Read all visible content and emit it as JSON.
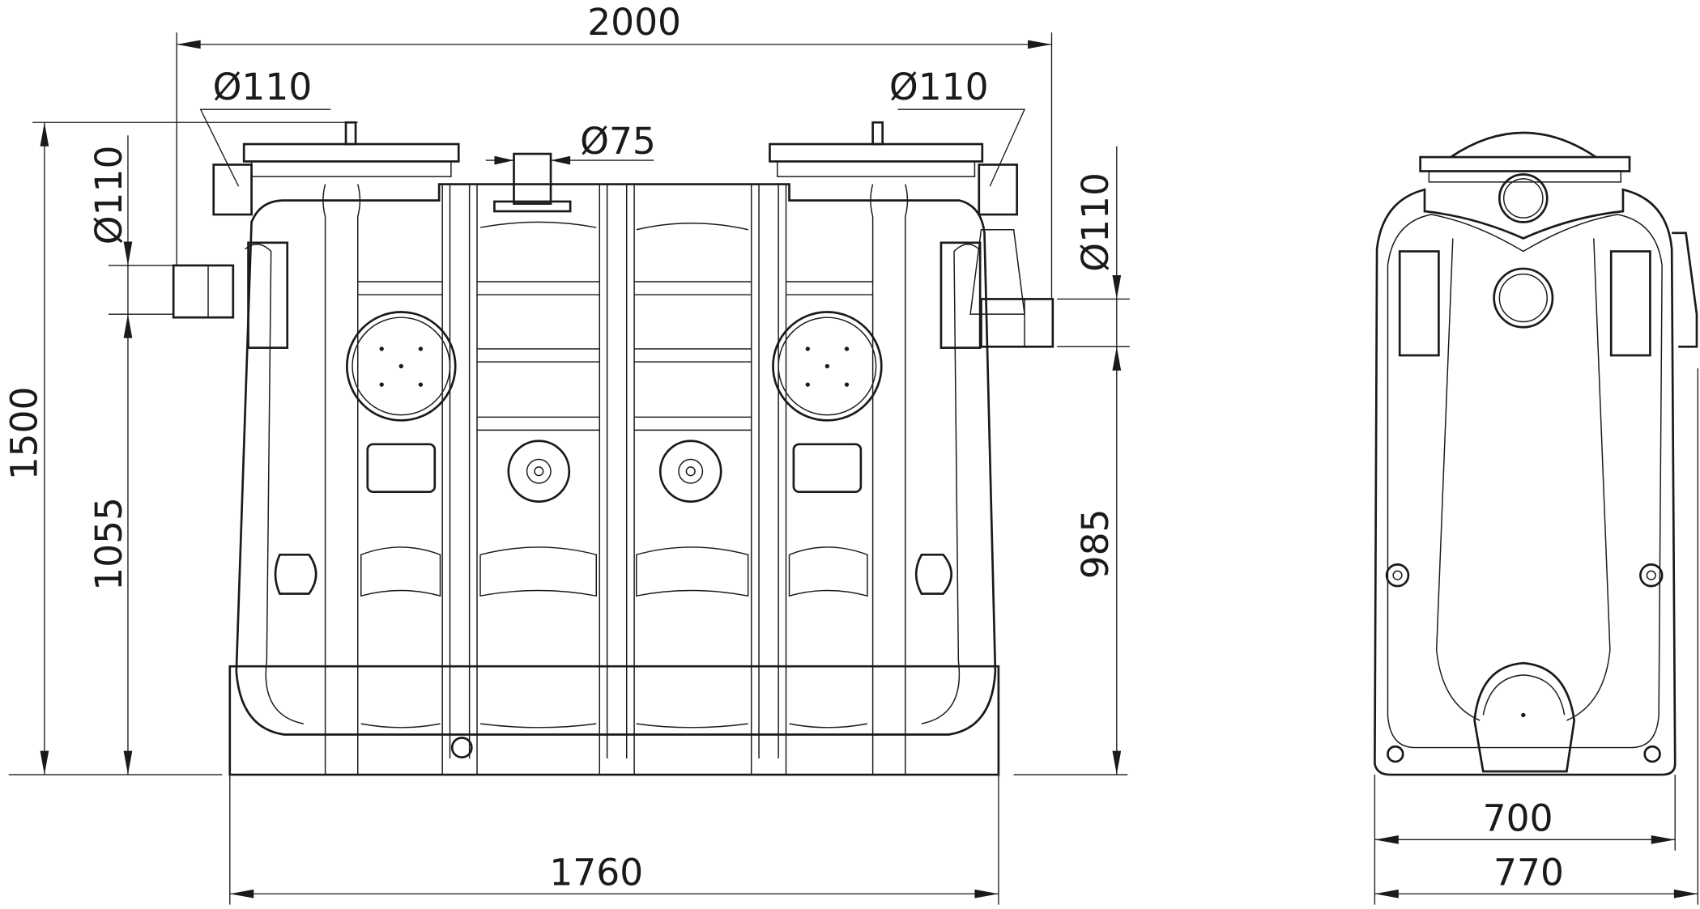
{
  "drawing": {
    "front_view": {
      "overall_length": "2000",
      "base_length": "1760",
      "overall_height": "1500",
      "inlet_height": "1055",
      "outlet_height": "985",
      "inlet_pipe_label": "Ø110",
      "inlet_pipe_side_label": "Ø110",
      "outlet_pipe_label": "Ø110",
      "outlet_pipe_side_label": "Ø110",
      "vent_pipe_label": "Ø75"
    },
    "side_view": {
      "base_width": "700",
      "overall_width": "770"
    }
  }
}
